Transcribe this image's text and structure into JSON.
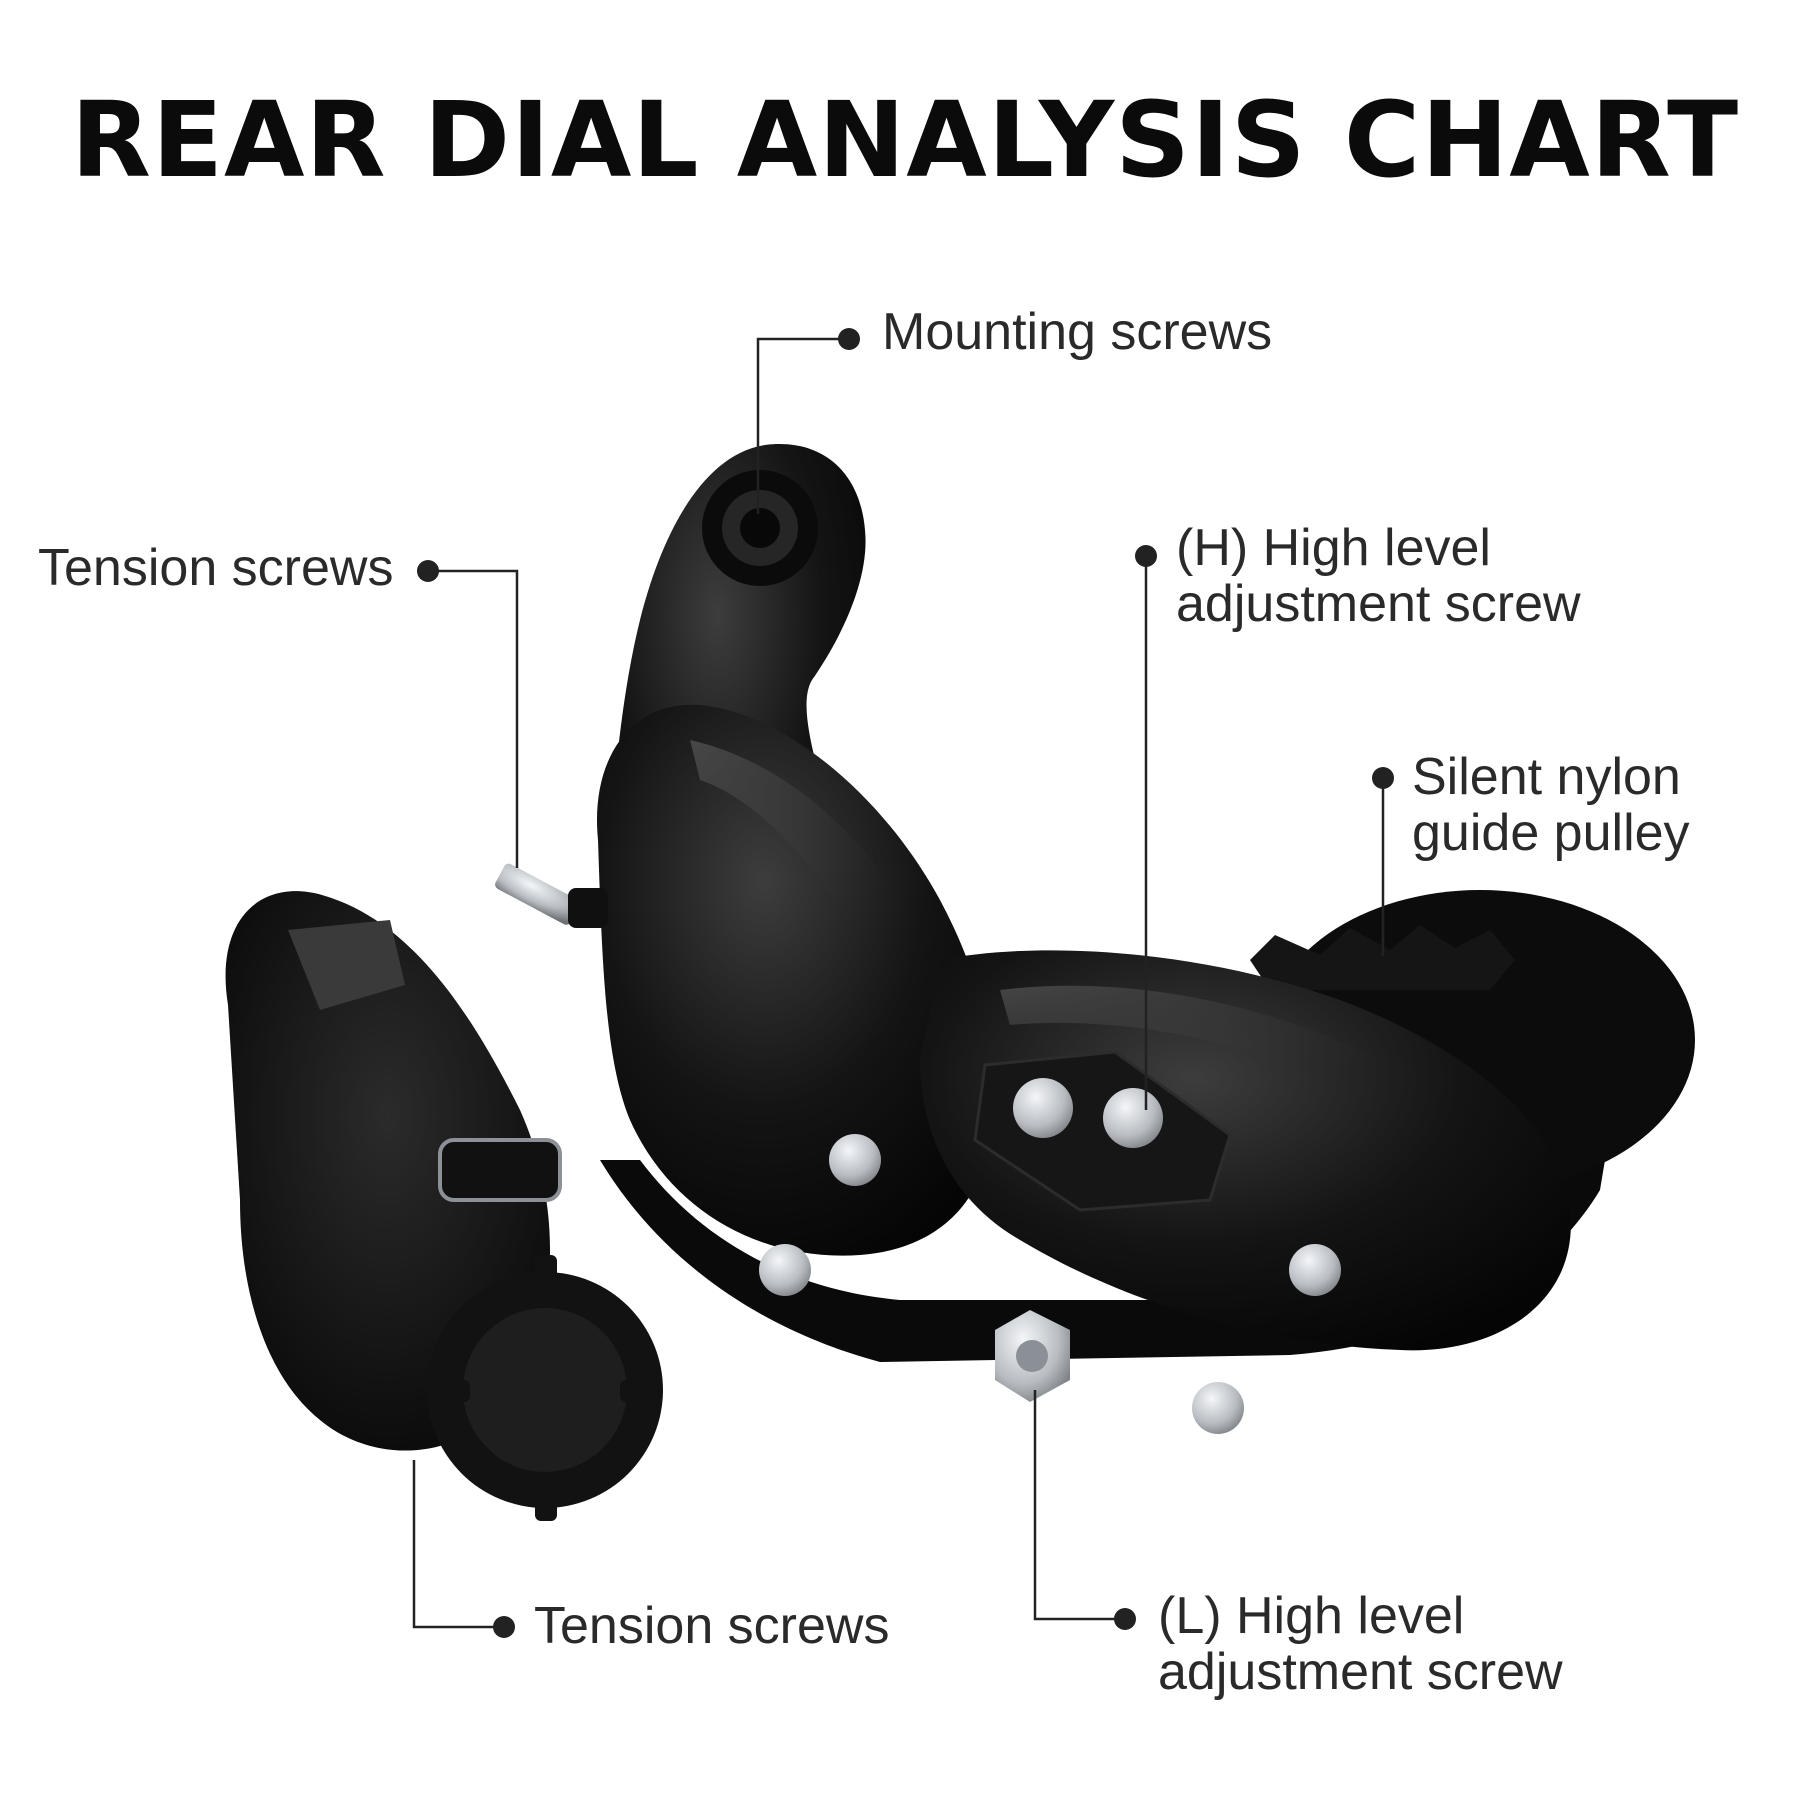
{
  "title": "REAR DIAL ANALYSIS CHART",
  "callouts": {
    "mounting_screws": "Mounting screws",
    "tension_screws_top": "Tension screws",
    "h_screw_line1": "(H) High level",
    "h_screw_line2": "adjustment screw",
    "nylon_pulley_line1": "Silent nylon",
    "nylon_pulley_line2": "guide pulley",
    "tension_screws_bottom": "Tension screws",
    "l_screw_line1": "(L) High level",
    "l_screw_line2": "adjustment screw"
  },
  "colors": {
    "background": "#ffffff",
    "title": "#0b0b0b",
    "label": "#2a2a2a",
    "leader": "#222222",
    "body": "#0d0d0d",
    "bolt": "#c9ccd0"
  }
}
